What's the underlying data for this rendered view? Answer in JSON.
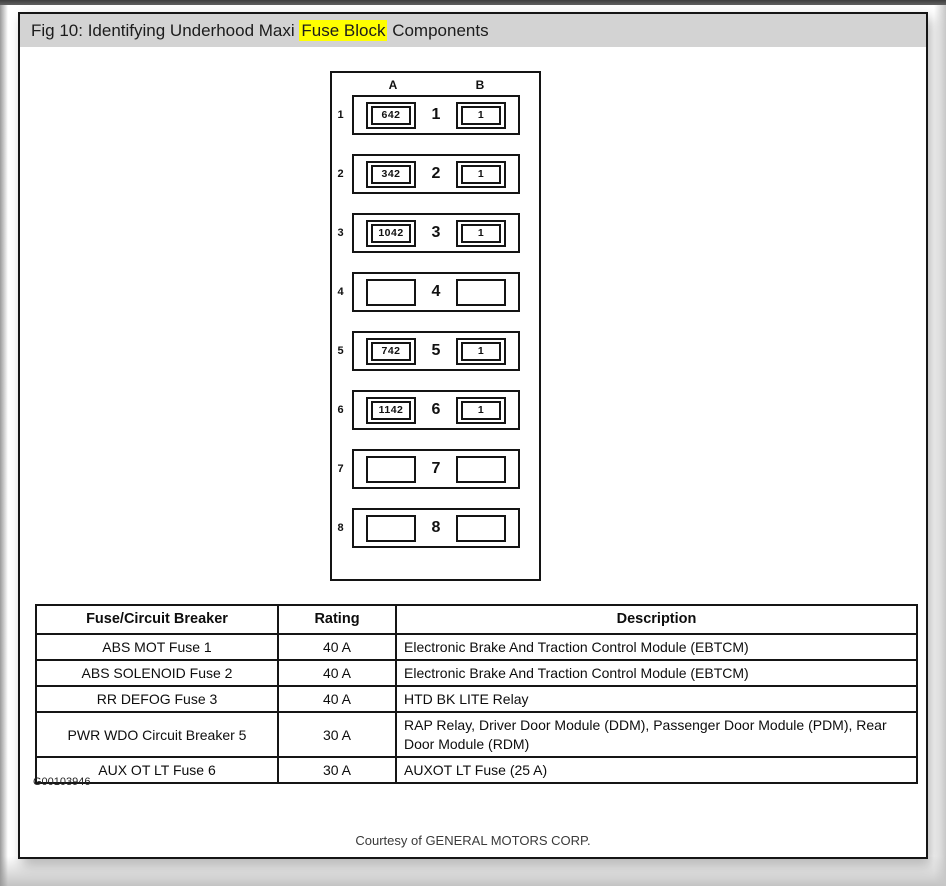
{
  "header": {
    "title_prefix": "Fig 10: Identifying Underhood Maxi ",
    "title_highlight": "Fuse Block",
    "title_suffix": " Components",
    "highlight_color": "#ffff00"
  },
  "diagram": {
    "column_headers": [
      "A",
      "B"
    ],
    "rows": [
      {
        "row": "1",
        "a": "642",
        "b": "1"
      },
      {
        "row": "2",
        "a": "342",
        "b": "1"
      },
      {
        "row": "3",
        "a": "1042",
        "b": "1"
      },
      {
        "row": "4",
        "a": "",
        "b": ""
      },
      {
        "row": "5",
        "a": "742",
        "b": "1"
      },
      {
        "row": "6",
        "a": "1142",
        "b": "1"
      },
      {
        "row": "7",
        "a": "",
        "b": ""
      },
      {
        "row": "8",
        "a": "",
        "b": ""
      }
    ]
  },
  "table": {
    "columns": [
      "Fuse/Circuit Breaker",
      "Rating",
      "Description"
    ],
    "rows": [
      [
        "ABS MOT Fuse 1",
        "40 A",
        "Electronic Brake And Traction Control Module (EBTCM)"
      ],
      [
        "ABS SOLENOID Fuse 2",
        "40 A",
        "Electronic Brake And Traction Control Module (EBTCM)"
      ],
      [
        "RR DEFOG Fuse 3",
        "40 A",
        "HTD BK LITE Relay"
      ],
      [
        "PWR WDO Circuit Breaker 5",
        "30 A",
        "RAP Relay, Driver Door Module (DDM), Passenger Door Module (PDM), Rear Door Module (RDM)"
      ],
      [
        "AUX OT LT Fuse 6",
        "30 A",
        "AUXOT LT Fuse (25 A)"
      ]
    ]
  },
  "footer": {
    "figure_id": "G00103946",
    "courtesy": "Courtesy of GENERAL MOTORS CORP."
  }
}
